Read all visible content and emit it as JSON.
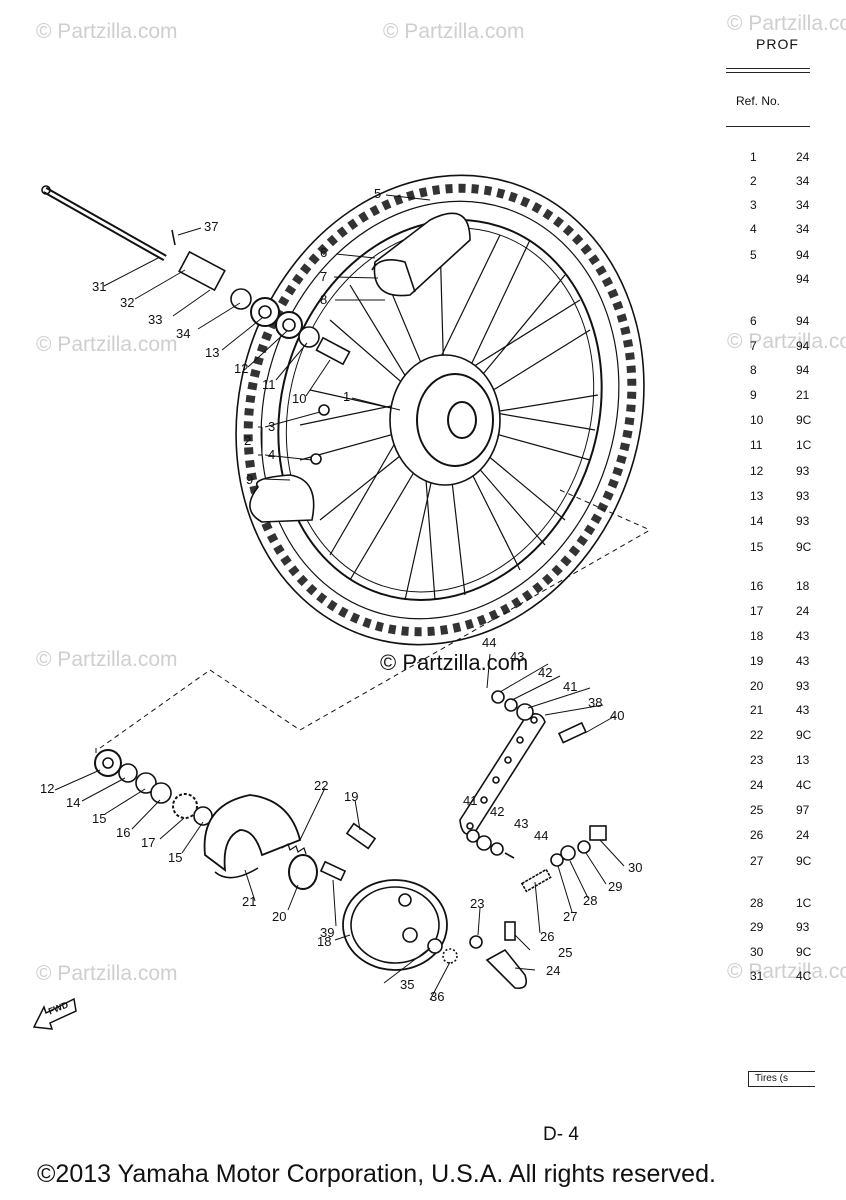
{
  "watermarks": [
    "© Partzilla.com",
    "© Partzilla.com",
    "© Partzilla.com",
    "© Partzilla.com",
    "© Partzilla.com",
    "© Partzilla.com",
    "© Partzilla.com",
    "© Partzilla.com"
  ],
  "center_watermark": "© Partzilla.com",
  "fwd_label": "FWD",
  "callouts": [
    "5",
    "6",
    "7",
    "8",
    "37",
    "31",
    "32",
    "33",
    "34",
    "13",
    "12",
    "11",
    "10",
    "1",
    "3",
    "2",
    "4",
    "9",
    "44",
    "43",
    "42",
    "41",
    "38",
    "40",
    "12",
    "14",
    "15",
    "16",
    "17",
    "15",
    "22",
    "19",
    "21",
    "20",
    "39",
    "18",
    "41",
    "42",
    "43",
    "44",
    "30",
    "29",
    "28",
    "27",
    "26",
    "23",
    "25",
    "24",
    "35",
    "36"
  ],
  "parts_table": {
    "title": "PROF",
    "header": "Ref. No.",
    "refs": [
      "1",
      "2",
      "3",
      "4",
      "5",
      "",
      "6",
      "7",
      "8",
      "9",
      "10",
      "11",
      "12",
      "13",
      "14",
      "15",
      "16",
      "17",
      "18",
      "19",
      "20",
      "21",
      "22",
      "23",
      "24",
      "25",
      "26",
      "27",
      "28",
      "29",
      "30",
      "31"
    ],
    "parts": [
      "24",
      "34",
      "34",
      "34",
      "94",
      "94",
      "94",
      "94",
      "94",
      "21",
      "9C",
      "1C",
      "93",
      "93",
      "93",
      "9C",
      "18",
      "24",
      "43",
      "43",
      "93",
      "43",
      "9C",
      "13",
      "4C",
      "97",
      "24",
      "9C",
      "1C",
      "93",
      "9C",
      "4C"
    ]
  },
  "tires_note": "Tires (s",
  "page_ref": "D- 4",
  "copyright": "©2013 Yamaha Motor Corporation, U.S.A. All rights reserved."
}
